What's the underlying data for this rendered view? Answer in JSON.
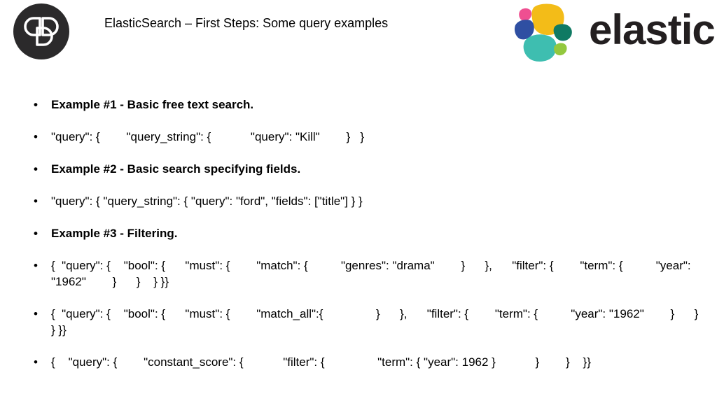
{
  "header": {
    "title": "ElasticSearch – First Steps: Some query examples",
    "brand_word": "elastic"
  },
  "brand_colors": {
    "yellow": "#f3bc18",
    "pink": "#ef4f91",
    "blue": "#2f4fa2",
    "teal": "#3ebeb0",
    "green": "#0f7a63",
    "lime": "#93c83e",
    "logo_dark": "#2b2a2b"
  },
  "bullets": [
    {
      "text": "Example #1 - Basic free text search.",
      "bold": true
    },
    {
      "text": "\"query\": {        \"query_string\": {            \"query\": \"Kill\"        }   }",
      "bold": false
    },
    {
      "text": "Example #2 - Basic search specifying fields.",
      "bold": true
    },
    {
      "text": "\"query\": { \"query_string\": { \"query\": \"ford\", \"fields\": [\"title\"] } }",
      "bold": false
    },
    {
      "text": "Example #3 - Filtering.",
      "bold": true
    },
    {
      "text": "{  \"query\": {    \"bool\": {      \"must\": {        \"match\": {          \"genres\": \"drama\"        }      },      \"filter\": {        \"term\": {          \"year\": \"1962\"        }      }    } }}",
      "bold": false
    },
    {
      "text": "{  \"query\": {    \"bool\": {      \"must\": {        \"match_all\":{                }      },      \"filter\": {        \"term\": {          \"year\": \"1962\"        }      }    } }}",
      "bold": false
    },
    {
      "text": "{    \"query\": {        \"constant_score\": {            \"filter\": {                \"term\": { \"year\": 1962 }            }        }    }}",
      "bold": false
    }
  ]
}
